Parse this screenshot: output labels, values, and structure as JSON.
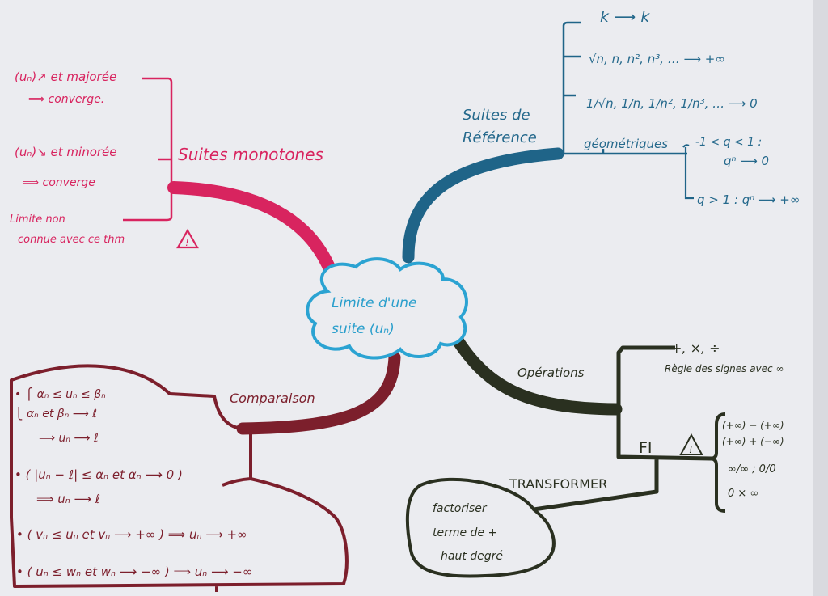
{
  "center": {
    "line1": "Limite d'une",
    "line2": "suite (uₙ)"
  },
  "monotones": {
    "title": "Suites monotones",
    "items": [
      {
        "line1": "(uₙ)↗ et majorée",
        "line2": "⟹ converge."
      },
      {
        "line1": "(uₙ)↘ et minorée",
        "line2": "⟹ converge"
      },
      {
        "line1": "Limite non",
        "line2": "connue avec ce thm"
      }
    ],
    "warning": "!"
  },
  "reference": {
    "title_line1": "Suites de",
    "title_line2": "Référence",
    "items": [
      "k ⟶ k",
      "√n, n, n², n³, … ⟶ +∞",
      "1/√n, 1/n, 1/n², 1/n³, … ⟶ 0",
      "géométriques"
    ],
    "geometric": {
      "case1_line1": "-1 < q < 1 :",
      "case1_line2": "qⁿ ⟶ 0",
      "case2": "q > 1 : qⁿ ⟶ +∞"
    }
  },
  "comparaison": {
    "title": "Comparaison",
    "items": [
      {
        "line1": "• ⎧ αₙ ≤ uₙ ≤ βₙ",
        "line2": "   ⎩ αₙ et βₙ ⟶ ℓ",
        "line3": "⟹  uₙ ⟶ ℓ"
      },
      {
        "line1": "• ( |uₙ − ℓ| ≤ αₙ  et αₙ ⟶ 0 )",
        "line2": "⟹  uₙ ⟶ ℓ"
      },
      {
        "line1": "• ( vₙ ≤ uₙ  et vₙ ⟶ +∞ ) ⟹ uₙ ⟶ +∞"
      },
      {
        "line1": "• ( uₙ ≤ wₙ  et wₙ ⟶ −∞ ) ⟹ uₙ ⟶ −∞"
      }
    ]
  },
  "operations": {
    "title": "Opérations",
    "items": [
      "+, ×, ÷",
      "Règle des signes avec ∞"
    ],
    "fi": {
      "label": "FI",
      "warning": "!",
      "forms": [
        "(+∞) − (+∞)",
        "(+∞) + (−∞)",
        "∞/∞ ; 0/0",
        "0 × ∞"
      ]
    },
    "transformer": {
      "label": "TRANSFORMER",
      "note": [
        "factoriser",
        "terme de +",
        "haut degré"
      ]
    }
  },
  "colors": {
    "monotones": "#d8245f",
    "reference": "#1f6488",
    "center": "#2ba3d2",
    "comparaison": "#7c1f2c",
    "operations": "#2a3020"
  }
}
